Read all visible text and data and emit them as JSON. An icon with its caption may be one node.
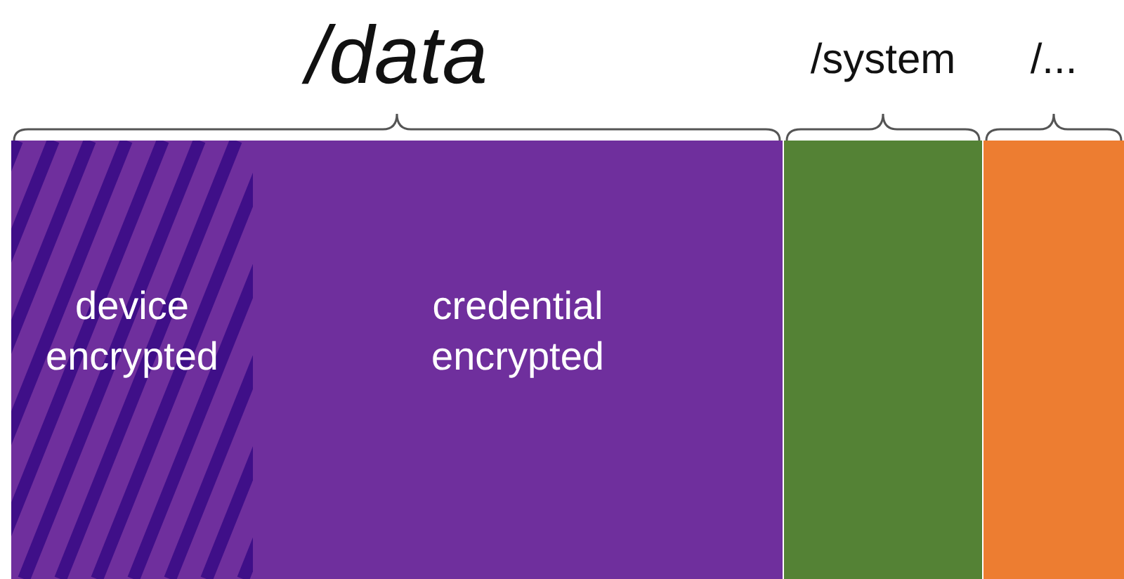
{
  "diagram": {
    "nodes": [
      {
        "text": [
          "/data"
        ]
      },
      {
        "text": [
          "device encrypted"
        ],
        "in": 0
      },
      {
        "text": [
          "credential encrypted"
        ],
        "in": 0
      },
      {
        "text": [
          "/system"
        ]
      },
      {
        "text": [
          "/..."
        ]
      }
    ]
  }
}
